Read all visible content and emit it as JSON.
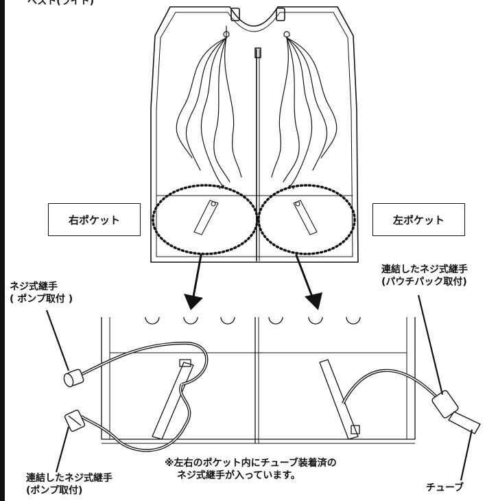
{
  "header": {
    "cut_title": "ベスト(ライト)"
  },
  "labels": {
    "right_pocket": "右ポケット",
    "left_pocket": "左ポケット",
    "screw_fitting_pump": [
      "ネジ式継手",
      "( ポンプ取付 )"
    ],
    "connected_fitting_pouch": [
      "連結したネジ式継手",
      "(パウチパック取付)"
    ],
    "connected_fitting_pump": [
      "連結したネジ式継手",
      "(ポンプ取付)"
    ],
    "note": [
      "※左右のポケット内にチューブ装着済の",
      "ネジ式継手が入っています。"
    ],
    "tube": "チューブ"
  },
  "colors": {
    "line": "#111111",
    "background": "#ffffff"
  }
}
